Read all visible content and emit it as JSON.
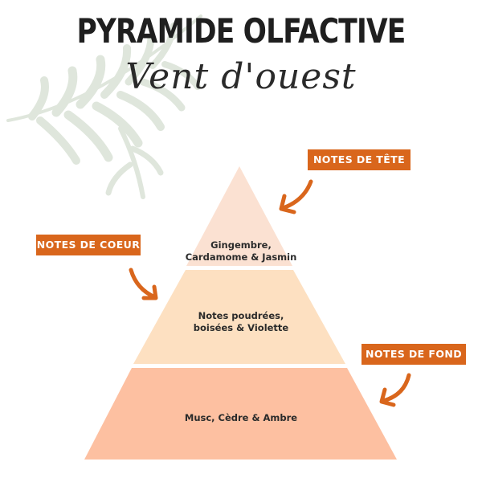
{
  "header": {
    "title": "PYRAMIDE OLFACTIVE",
    "subtitle": "Vent d'ouest"
  },
  "tags": {
    "top": "NOTES DE TÊTE",
    "heart": "NOTES DE COEUR",
    "base": "NOTES DE FOND"
  },
  "tiers": {
    "top": [
      "Gingembre,",
      "Cardamome & Jasmin"
    ],
    "middle": [
      "Notes poudrées,",
      "boisées & Violette"
    ],
    "base": "Musc, Cèdre & Ambre"
  },
  "colors": {
    "tier_top": "#fbe1d2",
    "tier_middle": "#fde0c1",
    "tier_base": "#fdc0a1",
    "accent": "#d9661c",
    "fern": "#dfe6dc"
  }
}
